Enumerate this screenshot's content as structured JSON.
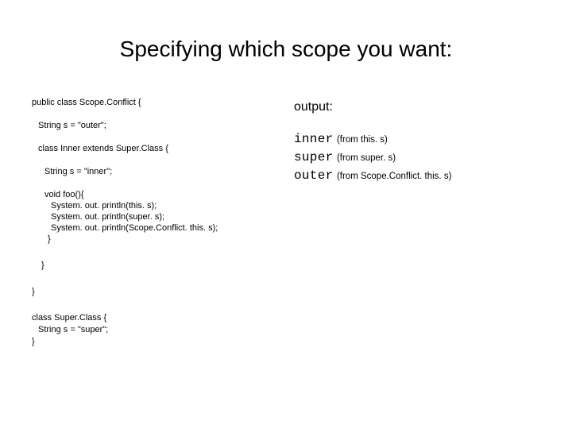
{
  "slide": {
    "title": "Specifying which scope you want:",
    "code_lines": [
      {
        "text": "public class Scope.Conflict {",
        "indent": 0,
        "space_after": "md"
      },
      {
        "text": "String s = \"outer\";",
        "indent": 1,
        "space_after": "md"
      },
      {
        "text": "class Inner extends Super.Class {",
        "indent": 1,
        "space_after": "md"
      },
      {
        "text": "String s = \"inner\";",
        "indent": 2,
        "space_after": "md"
      },
      {
        "text": "void foo(){",
        "indent": 2,
        "space_after": "none"
      },
      {
        "text": "System. out. println(this. s);",
        "indent": 3,
        "space_after": "none"
      },
      {
        "text": "System. out. println(super. s);",
        "indent": 3,
        "space_after": "none"
      },
      {
        "text": "System. out. println(Scope.Conflict. this. s);",
        "indent": 3,
        "space_after": "none"
      },
      {
        "text": "}",
        "indent": 2,
        "space_after": "lg"
      },
      {
        "text": "}",
        "indent": 1,
        "space_after": "lg"
      },
      {
        "text": "}",
        "indent": 0,
        "space_after": "lg"
      },
      {
        "text": "class Super.Class {",
        "indent": 0,
        "space_after": "none"
      },
      {
        "text": "String s = \"super\";",
        "indent": 1,
        "space_after": "none"
      },
      {
        "text": "}",
        "indent": 0,
        "space_after": "none"
      }
    ],
    "output": {
      "label": "output:",
      "lines": [
        {
          "value": "inner",
          "note": "(from this. s)"
        },
        {
          "value": "super",
          "note": "(from super. s)"
        },
        {
          "value": "outer",
          "note": "(from Scope.Conflict. this. s)"
        }
      ]
    }
  }
}
